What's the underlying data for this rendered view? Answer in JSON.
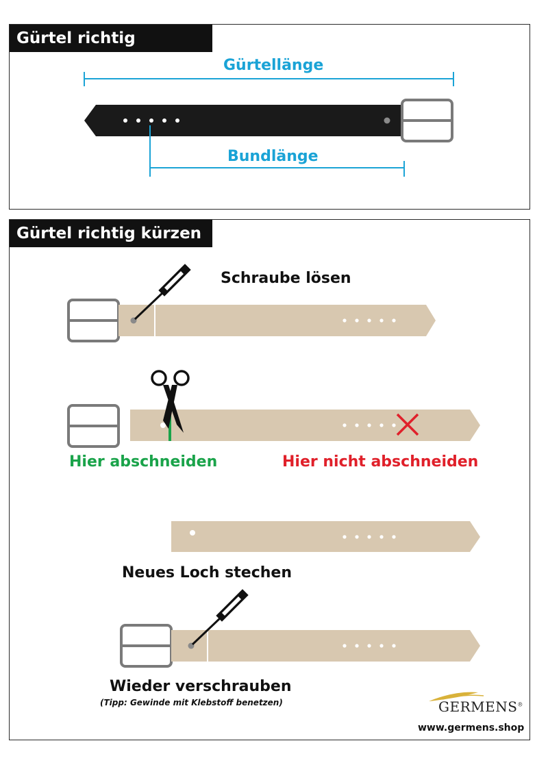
{
  "measure": {
    "title": "Gürtel richtig messen",
    "belt_length_label": "Gürtellänge",
    "waist_length_label": "Bundlänge"
  },
  "shorten": {
    "title": "Gürtel richtig kürzen",
    "step1_label": "Schraube lösen",
    "cut_here_label": "Hier abschneiden",
    "do_not_cut_label": "Hier nicht abschneiden",
    "step3_label": "Neues Loch stechen",
    "step4_label": "Wieder verschrauben",
    "step4_tip": "(Tipp: Gewinde mit Klebstoff benetzen)"
  },
  "brand": {
    "name": "GERMENS",
    "registered": "®",
    "url": "www.germens.shop"
  },
  "colors": {
    "dimension_line": "#1aa3d6",
    "belt_leather_black": "#1a1a1a",
    "belt_leather_beige": "#d8c8b0",
    "buckle": "#7a7a7a",
    "cut_ok": "#1aa34a",
    "cut_bad": "#e0202a",
    "brand_gold": "#d9b23a"
  },
  "icons": [
    "screwdriver-icon",
    "scissors-icon",
    "cross-icon",
    "brand-logo-swoosh"
  ]
}
